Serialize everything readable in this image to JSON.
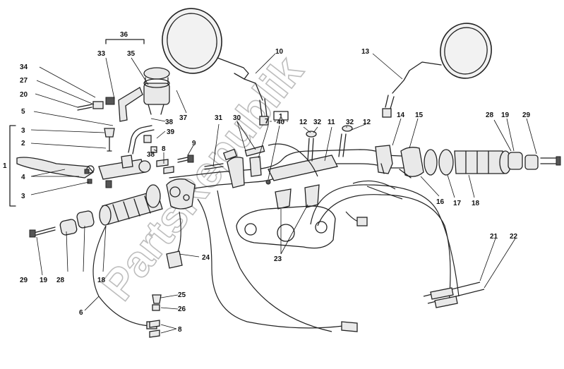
{
  "watermark": "PartsRepublik",
  "callouts": [
    {
      "id": "c1",
      "text": "1"
    },
    {
      "id": "c2",
      "text": "2"
    },
    {
      "id": "c3a",
      "text": "3"
    },
    {
      "id": "c3b",
      "text": "3"
    },
    {
      "id": "c4",
      "text": "4"
    },
    {
      "id": "c5",
      "text": "5"
    },
    {
      "id": "c6",
      "text": "6"
    },
    {
      "id": "c7",
      "text": "7"
    },
    {
      "id": "c8a",
      "text": "8"
    },
    {
      "id": "c8b",
      "text": "8"
    },
    {
      "id": "c9",
      "text": "9"
    },
    {
      "id": "c10",
      "text": "10"
    },
    {
      "id": "c11",
      "text": "11"
    },
    {
      "id": "c12a",
      "text": "12"
    },
    {
      "id": "c12b",
      "text": "12"
    },
    {
      "id": "c13",
      "text": "13"
    },
    {
      "id": "c14",
      "text": "14"
    },
    {
      "id": "c15",
      "text": "15"
    },
    {
      "id": "c16",
      "text": "16"
    },
    {
      "id": "c17",
      "text": "17"
    },
    {
      "id": "c18a",
      "text": "18"
    },
    {
      "id": "c18b",
      "text": "18"
    },
    {
      "id": "c19a",
      "text": "19"
    },
    {
      "id": "c19b",
      "text": "19"
    },
    {
      "id": "c20",
      "text": "20"
    },
    {
      "id": "c21",
      "text": "21"
    },
    {
      "id": "c22",
      "text": "22"
    },
    {
      "id": "c23",
      "text": "23"
    },
    {
      "id": "c24",
      "text": "24"
    },
    {
      "id": "c25",
      "text": "25"
    },
    {
      "id": "c26",
      "text": "26"
    },
    {
      "id": "c27",
      "text": "27"
    },
    {
      "id": "c28a",
      "text": "28"
    },
    {
      "id": "c28b",
      "text": "28"
    },
    {
      "id": "c29a",
      "text": "29"
    },
    {
      "id": "c29b",
      "text": "29"
    },
    {
      "id": "c30",
      "text": "30"
    },
    {
      "id": "c31",
      "text": "31"
    },
    {
      "id": "c32a",
      "text": "32"
    },
    {
      "id": "c32b",
      "text": "32"
    },
    {
      "id": "c33",
      "text": "33"
    },
    {
      "id": "c34",
      "text": "34"
    },
    {
      "id": "c35",
      "text": "35"
    },
    {
      "id": "c36",
      "text": "36"
    },
    {
      "id": "c37",
      "text": "37"
    },
    {
      "id": "c38a",
      "text": "38"
    },
    {
      "id": "c38b",
      "text": "38"
    },
    {
      "id": "c39",
      "text": "39"
    },
    {
      "id": "c40",
      "text": "40"
    },
    {
      "id": "c1box",
      "text": "1"
    }
  ]
}
